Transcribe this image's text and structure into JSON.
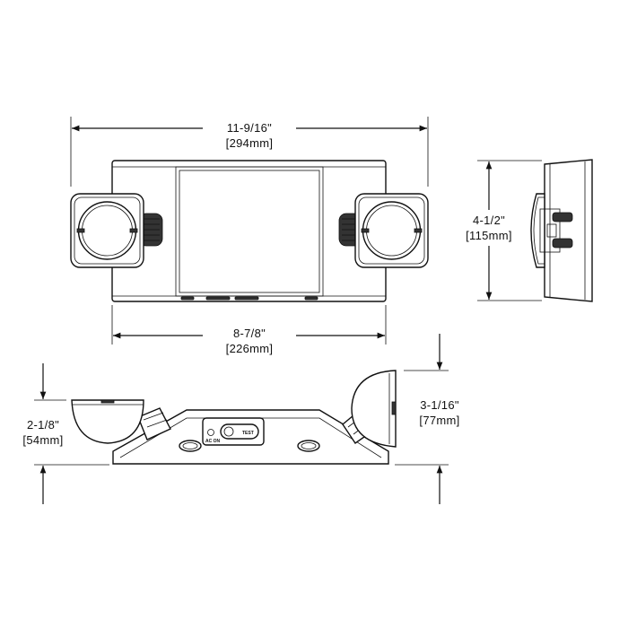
{
  "dimensions": {
    "overall_width": {
      "imperial": "11-9/16\"",
      "metric": "[294mm]"
    },
    "housing_width": {
      "imperial": "8-7/8\"",
      "metric": "[226mm]"
    },
    "height": {
      "imperial": "4-1/2\"",
      "metric": "[115mm]"
    },
    "housing_depth": {
      "imperial": "2-1/8\"",
      "metric": "[54mm]"
    },
    "head_height": {
      "imperial": "3-1/16\"",
      "metric": "[77mm]"
    }
  },
  "panel_labels": {
    "indicator": "AC ON",
    "test_button": "TEST"
  }
}
